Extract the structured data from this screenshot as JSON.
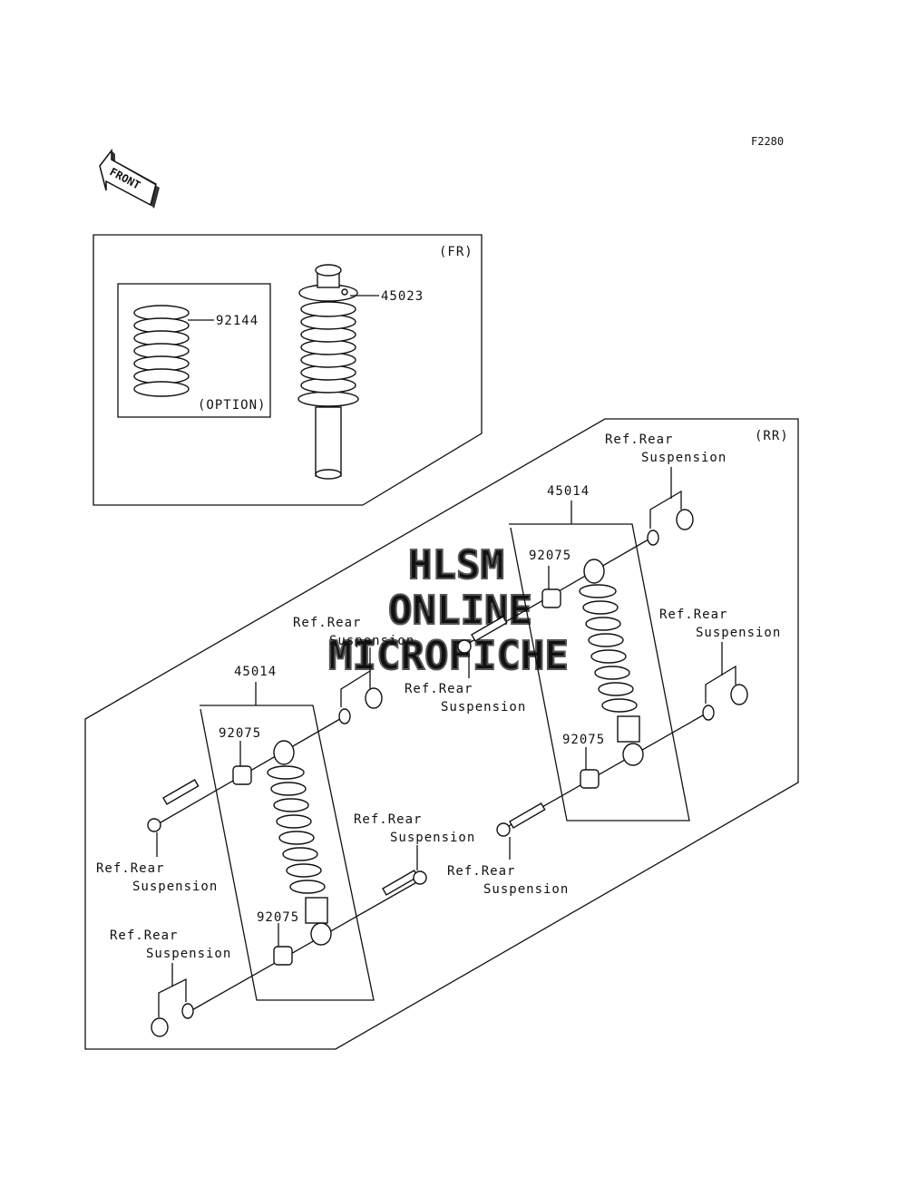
{
  "figure_code": "F2280",
  "front_arrow": "FRONT",
  "front_section": {
    "tag": "(FR)",
    "shock_part_no": "45023",
    "spring_part_no": "92144",
    "spring_note": "(OPTION)"
  },
  "rear_section": {
    "tag": "(RR)",
    "left_shock": {
      "part_no": "45014",
      "bushing_top": "92075",
      "bushing_bottom": "92075",
      "ref_top_line1": "Ref.Rear",
      "ref_top_line2": "Suspension",
      "ref_bolt_left_line1": "Ref.Rear",
      "ref_bolt_left_line2": "Suspension",
      "ref_nut_bottom_line1": "Ref.Rear",
      "ref_nut_bottom_line2": "Suspension",
      "ref_bolt_mid_line1": "Ref.Rear",
      "ref_bolt_mid_line2": "Suspension"
    },
    "right_shock": {
      "part_no": "45014",
      "bushing_top": "92075",
      "bushing_bottom": "92075",
      "ref_top_line1": "Ref.Rear",
      "ref_top_line2": "Suspension",
      "ref_bolt_top_line1": "Ref.Rear",
      "ref_bolt_top_line2": "Suspension",
      "ref_nut_right_line1": "Ref.Rear",
      "ref_nut_right_line2": "Suspension",
      "ref_bolt_bottom_line1": "Ref.Rear",
      "ref_bolt_bottom_line2": "Suspension"
    }
  },
  "watermark": {
    "line1": "HLSM",
    "line2": "ONLINE",
    "line3": "MICROFICHE"
  }
}
